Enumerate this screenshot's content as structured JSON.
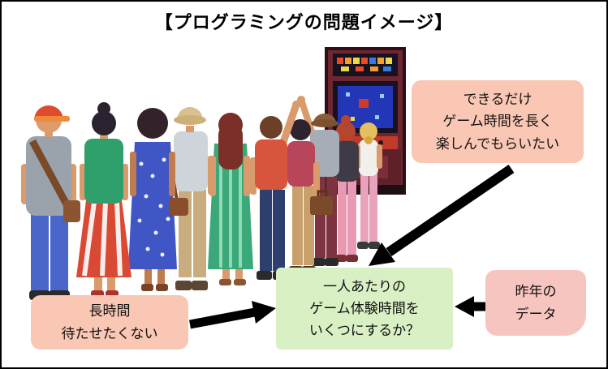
{
  "frame": {
    "title": "【プログラミングの問題イメージ】"
  },
  "callouts": {
    "goal": {
      "lines": [
        "できるだけ",
        "ゲーム時間を長く",
        "楽しんでもらいたい"
      ]
    },
    "wait": {
      "lines": [
        "長時間",
        "待たせたくない"
      ]
    },
    "last_year": {
      "lines": [
        "昨年の",
        "データ"
      ]
    },
    "question": {
      "lines": [
        "一人あたりの",
        "ゲーム体験時間を",
        "いくつにするか？"
      ]
    }
  },
  "colors": {
    "callout_pink": "#f9c7b3",
    "data_pink": "#f7c5c0",
    "question_green": "#d9f0c5",
    "arrow_black": "#000000"
  },
  "illustration": {
    "description": "queue of people waiting to play an arcade game machine"
  }
}
